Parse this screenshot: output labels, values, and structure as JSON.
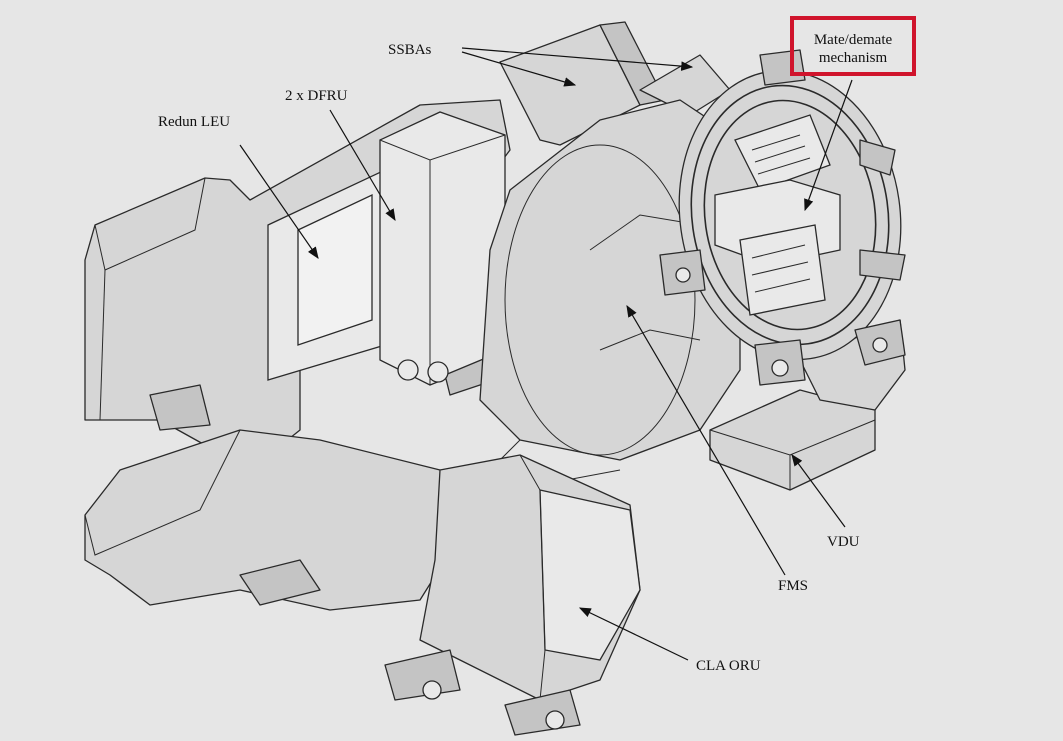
{
  "labels": {
    "ssbas": "SSBAs",
    "dfru": "2 x DFRU",
    "redun_leu": "Redun LEU",
    "mate_demate_line1": "Mate/demate",
    "mate_demate_line2": "mechanism",
    "vdu": "VDU",
    "fms": "FMS",
    "cla_oru": "CLA ORU"
  },
  "colors": {
    "background": "#e6e6e6",
    "highlight": "#d0142c"
  }
}
